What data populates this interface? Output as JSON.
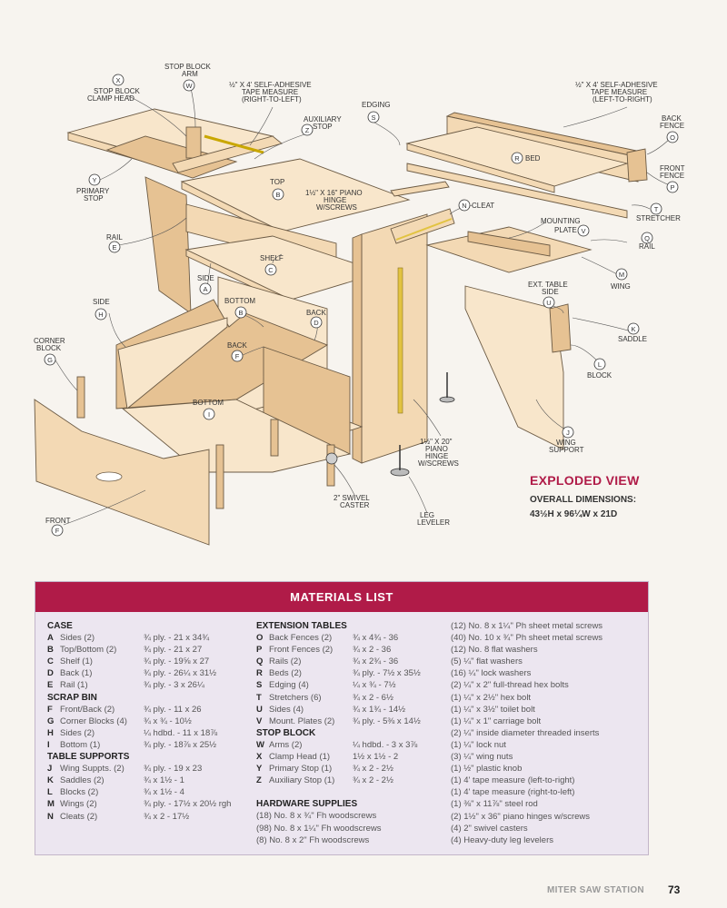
{
  "callouts": [
    {
      "letter": "X",
      "text": "STOP BLOCK CLAMP HEAD"
    },
    {
      "letter": "W",
      "text": "STOP BLOCK ARM"
    },
    {
      "letter": "",
      "text": "½\" x 4' SELF-ADHESIVE TAPE MEASURE (RIGHT-TO-LEFT)"
    },
    {
      "letter": "Z",
      "text": "AUXILIARY STOP"
    },
    {
      "letter": "Y",
      "text": "PRIMARY STOP"
    },
    {
      "letter": "B",
      "text": "TOP"
    },
    {
      "letter": "",
      "text": "1½\" x 16\" PIANO HINGE w/SCREWS"
    },
    {
      "letter": "S",
      "text": "EDGING"
    },
    {
      "letter": "R",
      "text": "BED"
    },
    {
      "letter": "",
      "text": "½\" x 4' SELF-ADHESIVE TAPE MEASURE (LEFT-TO-RIGHT)"
    },
    {
      "letter": "O",
      "text": "BACK FENCE"
    },
    {
      "letter": "P",
      "text": "FRONT FENCE"
    },
    {
      "letter": "T",
      "text": "STRETCHER"
    },
    {
      "letter": "N",
      "text": "CLEAT"
    },
    {
      "letter": "V",
      "text": "MOUNTING PLATE"
    },
    {
      "letter": "Q",
      "text": "RAIL"
    },
    {
      "letter": "M",
      "text": "WING"
    },
    {
      "letter": "U",
      "text": "EXT. TABLE SIDE"
    },
    {
      "letter": "K",
      "text": "SADDLE"
    },
    {
      "letter": "L",
      "text": "BLOCK"
    },
    {
      "letter": "J",
      "text": "WING SUPPORT"
    },
    {
      "letter": "E",
      "text": "RAIL"
    },
    {
      "letter": "C",
      "text": "SHELF"
    },
    {
      "letter": "A",
      "text": "SIDE"
    },
    {
      "letter": "B",
      "text": "BOTTOM"
    },
    {
      "letter": "D",
      "text": "BACK"
    },
    {
      "letter": "H",
      "text": "SIDE"
    },
    {
      "letter": "F",
      "text": "BACK"
    },
    {
      "letter": "G",
      "text": "CORNER BLOCK"
    },
    {
      "letter": "I",
      "text": "BOTTOM"
    },
    {
      "letter": "F",
      "text": "FRONT"
    },
    {
      "letter": "",
      "text": "2\" SWIVEL CASTER"
    },
    {
      "letter": "",
      "text": "LEG LEVELER"
    },
    {
      "letter": "",
      "text": "1½\" x 20\" PIANO HINGE w/SCREWS"
    }
  ],
  "exploded_view": {
    "title": "EXPLODED VIEW",
    "dims_label": "OVERALL DIMENSIONS:",
    "dims_value": "43½H x 96¼W x 21D"
  },
  "materials": {
    "title": "MATERIALS LIST",
    "col1": [
      {
        "section": "CASE",
        "items": [
          {
            "code": "A",
            "name": "Sides (2)",
            "size": "¾ ply. - 21 x 34¾"
          },
          {
            "code": "B",
            "name": "Top/Bottom (2)",
            "size": "¾ ply. - 21 x 27"
          },
          {
            "code": "C",
            "name": "Shelf (1)",
            "size": "¾ ply. - 19⅝ x 27"
          },
          {
            "code": "D",
            "name": "Back (1)",
            "size": "¾ ply. - 26¼ x 31½"
          },
          {
            "code": "E",
            "name": "Rail (1)",
            "size": "¾ ply. - 3 x 26¼"
          }
        ]
      },
      {
        "section": "SCRAP BIN",
        "items": [
          {
            "code": "F",
            "name": "Front/Back (2)",
            "size": "¾ ply. - 11 x 26"
          },
          {
            "code": "G",
            "name": "Corner Blocks (4)",
            "size": "¾ x ¾ - 10½"
          },
          {
            "code": "H",
            "name": "Sides (2)",
            "size": "¼ hdbd. - 11 x 18⅞"
          },
          {
            "code": "I",
            "name": "Bottom (1)",
            "size": "¾ ply. - 18⅞ x 25½"
          }
        ]
      },
      {
        "section": "TABLE SUPPORTS",
        "items": [
          {
            "code": "J",
            "name": "Wing Suppts. (2)",
            "size": "¾ ply. - 19 x 23"
          },
          {
            "code": "K",
            "name": "Saddles (2)",
            "size": "¾ x 1½ - 1"
          },
          {
            "code": "L",
            "name": "Blocks (2)",
            "size": "¾ x 1½ - 4"
          },
          {
            "code": "M",
            "name": "Wings (2)",
            "size": "¾ ply. - 17½ x 20½ rgh"
          },
          {
            "code": "N",
            "name": "Cleats (2)",
            "size": "¾ x 2 - 17½"
          }
        ]
      }
    ],
    "col2": [
      {
        "section": "EXTENSION TABLES",
        "items": [
          {
            "code": "O",
            "name": "Back Fences (2)",
            "size": "¾ x 4¾ - 36"
          },
          {
            "code": "P",
            "name": "Front Fences (2)",
            "size": "¾ x 2 - 36"
          },
          {
            "code": "Q",
            "name": "Rails (2)",
            "size": "¾ x 2¾ - 36"
          },
          {
            "code": "R",
            "name": "Beds (2)",
            "size": "¾ ply. - 7½ x 35½"
          },
          {
            "code": "S",
            "name": "Edging (4)",
            "size": "¼ x ¾ - 7½"
          },
          {
            "code": "T",
            "name": "Stretchers (6)",
            "size": "¾ x 2 - 6½"
          },
          {
            "code": "U",
            "name": "Sides (4)",
            "size": "¾ x 1¾ - 14½"
          },
          {
            "code": "V",
            "name": "Mount. Plates (2)",
            "size": "¾ ply. - 5⅜ x 14½"
          }
        ]
      },
      {
        "section": "STOP BLOCK",
        "items": [
          {
            "code": "W",
            "name": "Arms (2)",
            "size": "¼ hdbd. - 3 x 3⅞"
          },
          {
            "code": "X",
            "name": "Clamp Head (1)",
            "size": "1½ x 1½ - 2"
          },
          {
            "code": "Y",
            "name": "Primary Stop (1)",
            "size": "¾ x 2 - 2½"
          },
          {
            "code": "Z",
            "name": "Auxiliary Stop (1)",
            "size": "¾ x 2 - 2½"
          }
        ]
      },
      {
        "section": "HARDWARE SUPPLIES",
        "gap": true,
        "lines": [
          "(18) No. 8 x ¾\" Fh woodscrews",
          "(98) No. 8 x 1¼\" Fh woodscrews",
          "(8) No. 8 x 2\" Fh woodscrews"
        ]
      }
    ],
    "col3": [
      "(12) No. 8 x 1¼\" Ph sheet metal screws",
      "(40) No. 10 x ¾\" Ph sheet metal screws",
      "(12) No. 8 flat washers",
      "(5) ¼\" flat washers",
      "(16) ¼\" lock washers",
      "(2) ¼\" x 2\" full-thread hex bolts",
      "(1) ¼\" x 2½\" hex bolt",
      "(1) ¼\" x 3½\" toilet bolt",
      "(1) ¼\" x 1\" carriage bolt",
      "(2) ¼\" inside diameter threaded inserts",
      "(1) ¼\" lock nut",
      "(3) ¼\" wing nuts",
      "(1) ½\" plastic knob",
      "(1) 4' tape measure (left-to-right)",
      "(1) 4' tape measure (right-to-left)",
      "(1) ⅜\" x 11⅞\" steel rod",
      "(2) 1½\" x 36\" piano hinges w/screws",
      "(4) 2\" swivel casters",
      "(4) Heavy-duty leg levelers"
    ]
  },
  "footer": {
    "section": "MITER SAW STATION",
    "page": "73"
  }
}
